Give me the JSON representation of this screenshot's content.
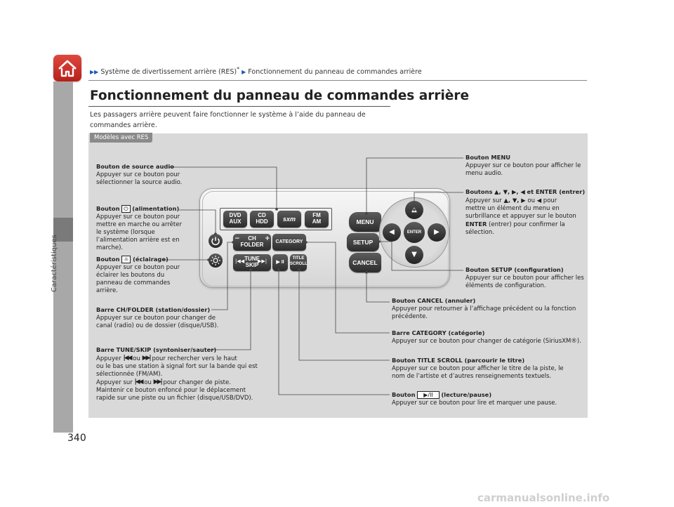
{
  "sidebar": {
    "label": "Caractéristiques"
  },
  "breadcrumb": {
    "part1": "Système de divertissement arrière (RES)",
    "asterisk": "*",
    "part2": "Fonctionnement du panneau de commandes arrière"
  },
  "page": {
    "title": "Fonctionnement du panneau de commandes arrière",
    "intro": "Les passagers arrière peuvent faire fonctionner le système à l’aide du panneau de commandes arrière.",
    "number": "340"
  },
  "panel": {
    "tag": "Modèles avec RES"
  },
  "device": {
    "dvd_aux": [
      "DVD",
      "AUX"
    ],
    "cd_hdd": [
      "CD",
      "HDD"
    ],
    "sxm": "sxm",
    "fm_am": [
      "FM",
      "AM"
    ],
    "ch_folder": [
      "CH",
      "FOLDER"
    ],
    "category": "CATEGORY",
    "tune_skip": [
      "TUNE",
      "SKIP"
    ],
    "play_pause": "▶ II",
    "title_scroll": [
      "TITLE",
      "SCROLL"
    ],
    "menu": "MENU",
    "setup": "SETUP",
    "cancel": "CANCEL",
    "enter": "ENTER",
    "minus": "−",
    "plus": "+"
  },
  "annotations": {
    "audio_source": {
      "title": "Bouton de source audio",
      "text": "Appuyer sur ce bouton pour sélectionner la source audio."
    },
    "power": {
      "title_pre": "Bouton",
      "title_post": "(alimentation)",
      "text": "Appuyer sur ce bouton pour mettre en marche ou arrêter le système (lorsque l’alimentation arrière est en marche)."
    },
    "light": {
      "title_pre": "Bouton",
      "title_post": "(éclairage)",
      "text": "Appuyer sur ce bouton pour éclairer les boutons du panneau de commandes arrière."
    },
    "ch_folder": {
      "title": "Barre CH/FOLDER (station/dossier)",
      "text": "Appuyer sur ce bouton pour changer de canal (radio) ou de dossier (disque/USB)."
    },
    "tune_skip": {
      "title": "Barre TUNE/SKIP (syntoniser/sauter)",
      "l1a": "Appuyer",
      "l1b": "ou",
      "l1c": "pour rechercher vers le haut",
      "l2": "ou le bas une station à signal fort sur la bande qui est sélectionnée (FM/AM).",
      "l3a": "Appuyer sur",
      "l3b": "ou",
      "l3c": "pour changer de piste.",
      "l4": "Maintenir ce bouton enfoncé pour le déplacement rapide sur une piste ou un fichier (disque/USB/DVD)."
    },
    "menu": {
      "title": "Bouton MENU",
      "text": "Appuyer sur ce bouton pour afficher le menu audio."
    },
    "arrows": {
      "title_a": "Boutons",
      "title_b": "et ENTER (entrer)",
      "l1a": "Appuyer sur",
      "l1b": "ou",
      "l1c": "pour",
      "l2": "mettre un élément du menu en surbrillance et appuyer sur le bouton",
      "enter": "ENTER",
      "l3": "(entrer) pour confirmer la sélection."
    },
    "setup": {
      "title": "Bouton SETUP (configuration)",
      "text": "Appuyer sur ce bouton pour afficher les éléments de configuration."
    },
    "cancel": {
      "title": "Bouton CANCEL (annuler)",
      "text": "Appuyer pour retourner à l’affichage précédent ou la fonction précédente."
    },
    "category": {
      "title": "Barre CATEGORY (catégorie)",
      "text": "Appuyer sur ce bouton pour changer de catégorie (SiriusXM®)."
    },
    "title_scroll": {
      "title": "Bouton TITLE SCROLL (parcourir le titre)",
      "text": "Appuyer sur ce bouton pour afficher le titre de la piste, le nom de l’artiste et d’autres renseignements textuels."
    },
    "play": {
      "title_pre": "Bouton",
      "box": "▶/II",
      "title_post": "(lecture/pause)",
      "text": "Appuyer sur ce bouton pour lire et marquer une pause."
    }
  },
  "watermark": "carmanualsonline.info"
}
